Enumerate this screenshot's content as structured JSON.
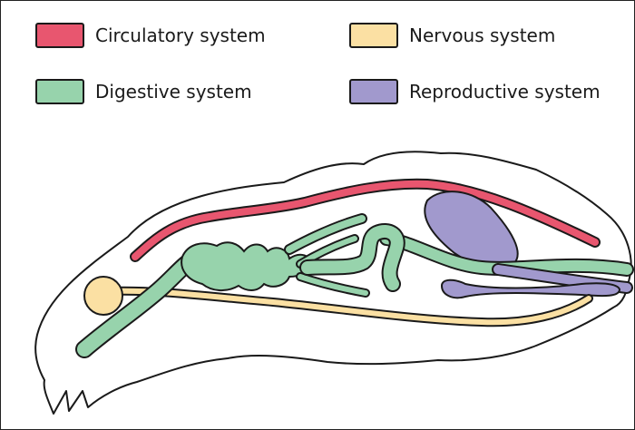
{
  "legend": [
    {
      "key": "circulatory",
      "label": "Circulatory system",
      "color": "#e8566f"
    },
    {
      "key": "nervous",
      "label": "Nervous system",
      "color": "#fbe0a3"
    },
    {
      "key": "digestive",
      "label": "Digestive system",
      "color": "#97d3ac"
    },
    {
      "key": "reproductive",
      "label": "Reproductive system",
      "color": "#a199cd"
    }
  ],
  "colors": {
    "outline": "#1a1a1a",
    "background": "#ffffff"
  }
}
